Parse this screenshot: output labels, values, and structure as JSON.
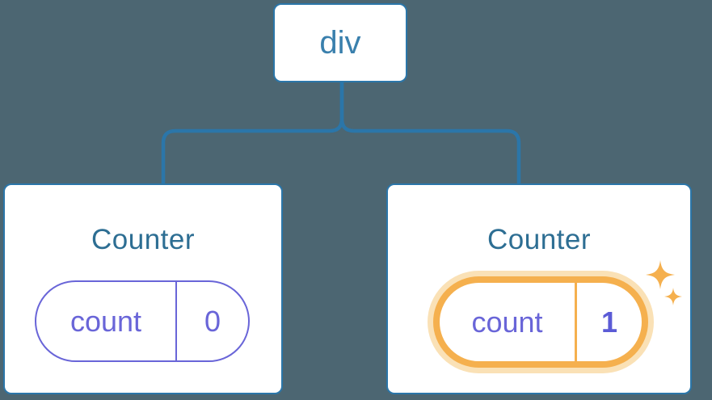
{
  "colors": {
    "canvas-bg": "#4C6672",
    "line-blue": "#2B76A9",
    "node-blue": "#3A80AD",
    "title-blue": "#2D6E93",
    "state-purple": "#6965D8",
    "value-purple-bold": "#5B5BD6",
    "highlight-orange": "#F5B04E",
    "highlight-orange-light": "#FAE1B6",
    "card-bg": "#FFFFFF"
  },
  "tree": {
    "root": {
      "label": "div"
    },
    "children": [
      {
        "title": "Counter",
        "state": {
          "key": "count",
          "value": "0"
        },
        "highlighted": false
      },
      {
        "title": "Counter",
        "state": {
          "key": "count",
          "value": "1"
        },
        "highlighted": true
      }
    ]
  },
  "icons": {
    "sparkles": "✦"
  }
}
